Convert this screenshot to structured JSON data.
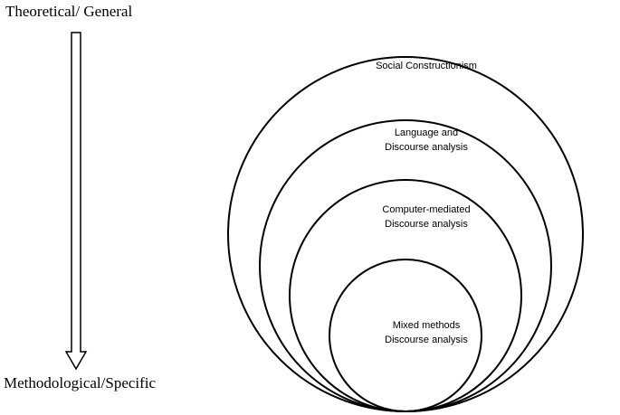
{
  "axis": {
    "top_label": "Theoretical/ General",
    "bottom_label": "Methodological/Specific"
  },
  "circles": [
    {
      "lines": [
        "Social Constructionism"
      ]
    },
    {
      "lines": [
        "Language and",
        "Discourse analysis"
      ]
    },
    {
      "lines": [
        "Computer-mediated",
        "Discourse analysis"
      ]
    },
    {
      "lines": [
        "Mixed methods",
        "Discourse analysis"
      ]
    }
  ]
}
